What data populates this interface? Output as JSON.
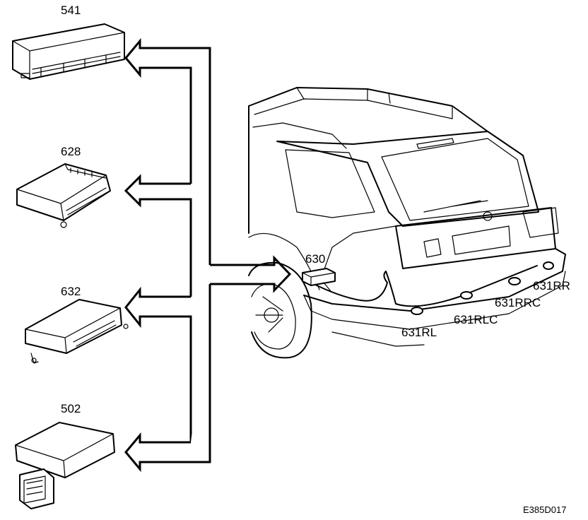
{
  "labels": {
    "unit_541": "541",
    "unit_628": "628",
    "unit_632": "632",
    "unit_502": "502",
    "unit_630": "630",
    "sensor_rr": "631RR",
    "sensor_rrc": "631RRC",
    "sensor_rlc": "631RLC",
    "sensor_rl": "631RL"
  },
  "figure_code": "E385D017",
  "colors": {
    "line": "#000000",
    "background": "#ffffff"
  }
}
